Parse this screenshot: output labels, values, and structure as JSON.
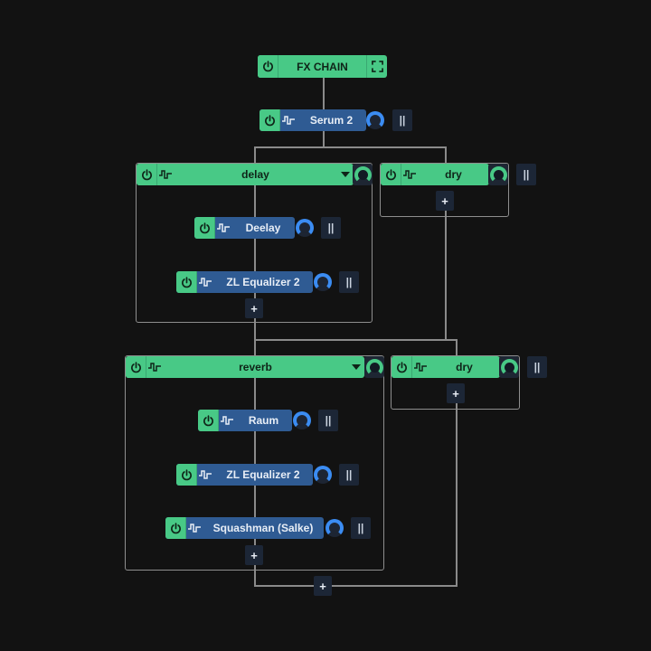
{
  "colors": {
    "background": "#121212",
    "green": "#48c986",
    "blue": "#2f5b93",
    "knob_blue": "#3b8cf2",
    "wire": "#8a8a8a",
    "button_bg": "#1c2636"
  },
  "root": {
    "title": "FX CHAIN",
    "power_icon": "power-icon",
    "expand_icon": "fullscreen-icon"
  },
  "nodes": {
    "serum": {
      "label": "Serum 2",
      "pause_label": "||"
    },
    "delay_group": {
      "label": "delay"
    },
    "dry_1": {
      "label": "dry",
      "pause_label": "||",
      "add_label": "+"
    },
    "deelay": {
      "label": "Deelay",
      "pause_label": "||"
    },
    "zl_eq_1": {
      "label": "ZL Equalizer 2",
      "pause_label": "||"
    },
    "delay_add": {
      "label": "+"
    },
    "reverb_group": {
      "label": "reverb"
    },
    "dry_2": {
      "label": "dry",
      "pause_label": "||",
      "add_label": "+"
    },
    "raum": {
      "label": "Raum",
      "pause_label": "||"
    },
    "zl_eq_2": {
      "label": "ZL Equalizer 2",
      "pause_label": "||"
    },
    "squashman": {
      "label": "Squashman (Salke)",
      "pause_label": "||"
    },
    "reverb_add": {
      "label": "+"
    },
    "chain_add": {
      "label": "+"
    }
  }
}
